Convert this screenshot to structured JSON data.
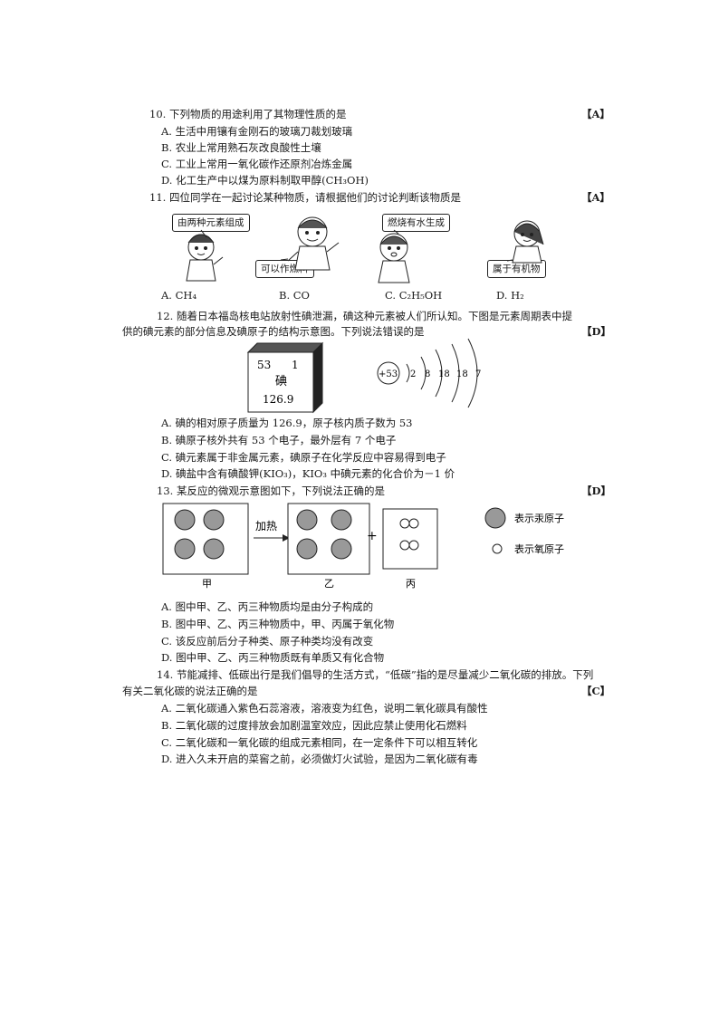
{
  "q10": {
    "stem": "10. 下列物质的用途利用了其物理性质的是",
    "answer": "【A】",
    "options": [
      "A. 生活中用镶有金刚石的玻璃刀裁划玻璃",
      "B. 农业上常用熟石灰改良酸性土壤",
      "C. 工业上常用一氧化碳作还原剂冶炼金属",
      "D. 化工生产中以煤为原料制取甲醇(CH₃OH)"
    ]
  },
  "q11": {
    "stem": "11. 四位同学在一起讨论某种物质，请根据他们的讨论判断该物质是",
    "answer": "【A】",
    "bubbles": [
      "由两种元素组成",
      "可以作燃料",
      "燃烧有水生成",
      "属于有机物"
    ],
    "options": [
      "A. CH₄",
      "B. CO",
      "C. C₂H₅OH",
      "D. H₂"
    ]
  },
  "q12": {
    "stem_line1": "12. 随着日本福岛核电站放射性碘泄漏，碘这种元素被人们所认知。下图是元素周期表中提",
    "stem_line2": "供的碘元素的部分信息及碘原子的结构示意图。下列说法错误的是",
    "answer": "【D】",
    "cell": {
      "number": "53",
      "corner": "1",
      "name": "碘",
      "mass": "126.9"
    },
    "atom": {
      "nucleus": "+53",
      "shells": [
        "2",
        "8",
        "18",
        "18",
        "7"
      ]
    },
    "options": [
      "A. 碘的相对原子质量为 126.9，原子核内质子数为 53",
      "B. 碘原子核外共有 53 个电子，最外层有 7 个电子",
      "C. 碘元素属于非金属元素，碘原子在化学反应中容易得到电子",
      "D. 碘盐中含有碘酸钾(KIO₃)，KIO₃ 中碘元素的化合价为－1 价"
    ]
  },
  "q13": {
    "stem": "13. 某反应的微观示意图如下，下列说法正确的是",
    "answer": "【D】",
    "arrow_label": "加热",
    "plus": "+",
    "labels": [
      "甲",
      "乙",
      "丙"
    ],
    "legend": [
      "表示汞原子",
      "表示氧原子"
    ],
    "options": [
      "A. 图中甲、乙、丙三种物质均是由分子构成的",
      "B. 图中甲、乙、丙三种物质中，甲、丙属于氧化物",
      "C. 该反应前后分子种类、原子种类均没有改变",
      "D. 图中甲、乙、丙三种物质既有单质又有化合物"
    ]
  },
  "q14": {
    "stem_line1": "14. 节能减排、低碳出行是我们倡导的生活方式，“低碳”指的是尽量减少二氧化碳的排放。下列",
    "stem_line2": "有关二氧化碳的说法正确的是",
    "answer": "【C】",
    "options": [
      "A. 二氧化碳通入紫色石蕊溶液，溶液变为红色，说明二氧化碳具有酸性",
      "B. 二氧化碳的过度排放会加剧温室效应，因此应禁止使用化石燃料",
      "C. 二氧化碳和一氧化碳的组成元素相同，在一定条件下可以相互转化",
      "D. 进入久未开启的菜窖之前，必须做灯火试验，是因为二氧化碳有毒"
    ]
  }
}
